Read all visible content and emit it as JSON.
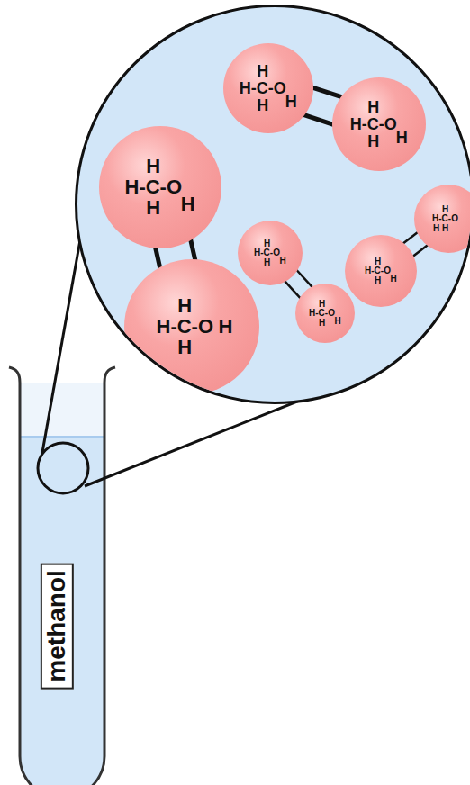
{
  "diagram": {
    "nodes": [
      {
        "text": [
          "H",
          "H-C-O",
          "H",
          "H"
        ]
      },
      {
        "text": [
          "H",
          "H-C-O",
          "H",
          "H"
        ]
      },
      {
        "text": [
          "H",
          "H-C-O",
          "H",
          "H"
        ]
      },
      {
        "text": [
          "H",
          "H-C-O",
          "H",
          "H"
        ]
      },
      {
        "text": [
          "H",
          "H-C-O",
          "H",
          "H"
        ]
      },
      {
        "text": [
          "H",
          "H-C-O",
          "H",
          "H"
        ]
      },
      {
        "text": [
          "H",
          "H-C-O",
          "H",
          "H"
        ]
      },
      {
        "text": [
          "H",
          "H-C-O",
          "H",
          "H"
        ]
      },
      {
        "text": [
          "methanol"
        ]
      }
    ],
    "edges": [
      {
        "from": 0,
        "to": 1,
        "arrow": "none"
      },
      {
        "from": 0,
        "to": 1,
        "arrow": "none"
      },
      {
        "from": 2,
        "to": 3,
        "arrow": "none"
      },
      {
        "from": 2,
        "to": 3,
        "arrow": "none"
      },
      {
        "from": 4,
        "to": 5,
        "arrow": "none"
      },
      {
        "from": 4,
        "to": 5,
        "arrow": "none"
      },
      {
        "from": 6,
        "to": 7,
        "arrow": "none"
      },
      {
        "from": 6,
        "to": 7,
        "arrow": "none"
      }
    ]
  }
}
